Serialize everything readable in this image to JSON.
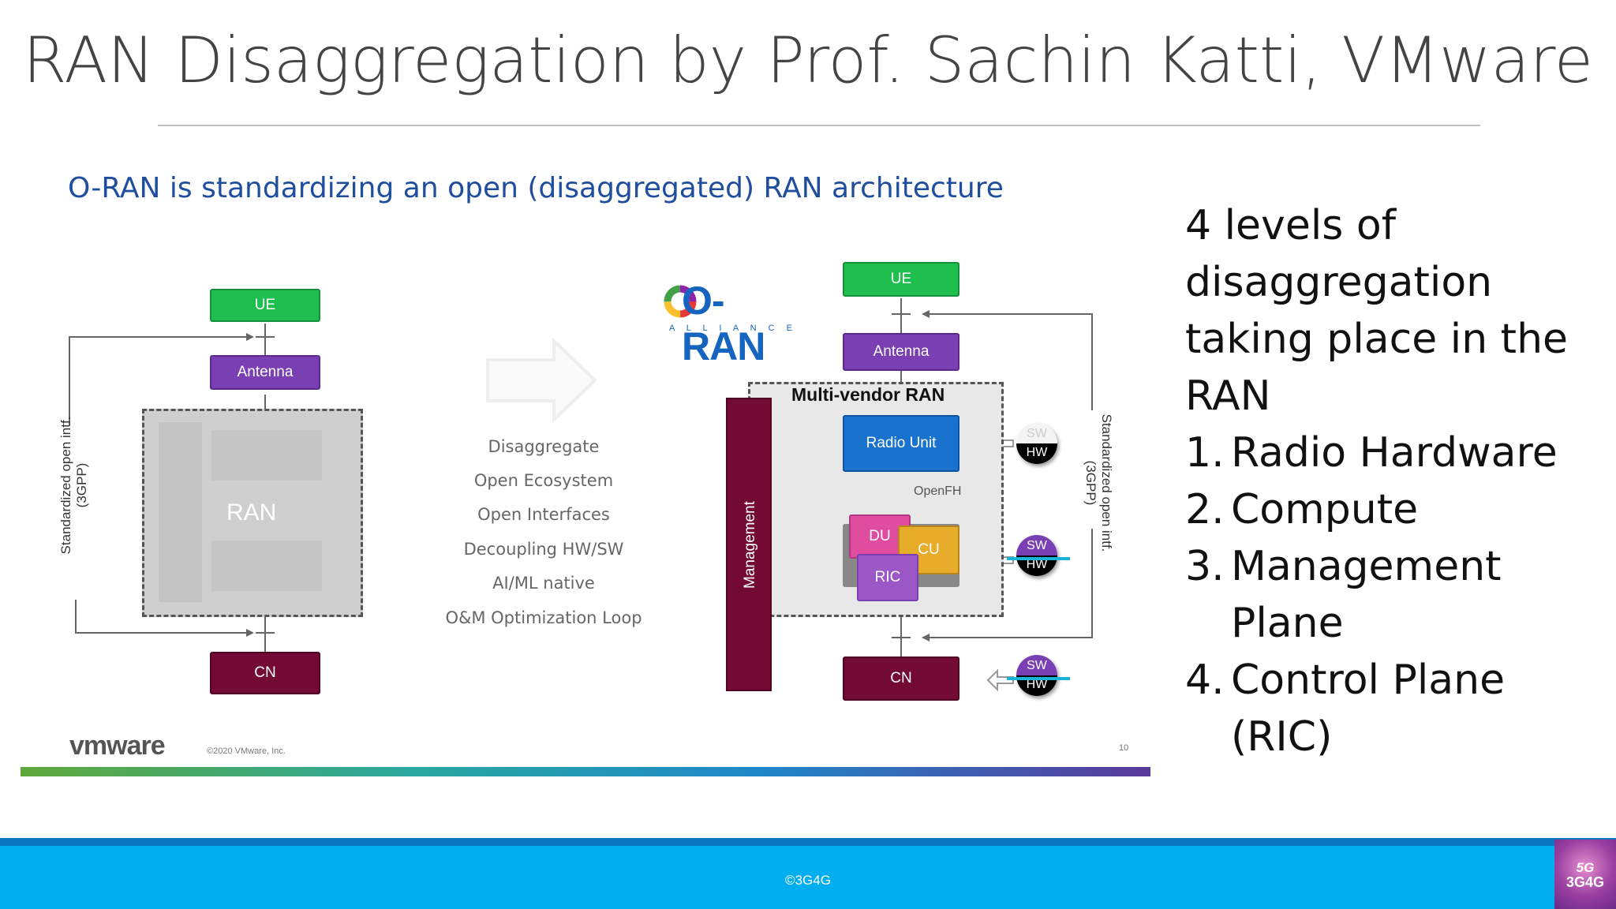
{
  "title": "RAN Disaggregation by Prof. Sachin Katti, VMware",
  "slide": {
    "heading": "O-RAN is standardizing an open (disaggregated) RAN architecture",
    "left_diagram": {
      "ue": "UE",
      "antenna": "Antenna",
      "ran": "RAN",
      "cn": "CN",
      "side_label_line1": "Standardized open intf.",
      "side_label_line2": "(3GPP)"
    },
    "middle_list": [
      "Disaggregate",
      "Open Ecosystem",
      "Open Interfaces",
      "Decoupling HW/SW",
      "AI/ML native",
      "O&M Optimization Loop"
    ],
    "oran_logo": {
      "text": "O-RAN",
      "sub": "A L L I A N C E"
    },
    "right_diagram": {
      "ue": "UE",
      "antenna": "Antenna",
      "multi_vendor": "Multi-vendor RAN",
      "radio_unit": "Radio Unit",
      "openfh": "OpenFH",
      "du": "DU",
      "cu": "CU",
      "ric": "RIC",
      "cn": "CN",
      "management": "Management",
      "side_label_line1": "Standardized open intf.",
      "side_label_line2": "(3GPP)",
      "sw": "SW",
      "hw": "HW"
    },
    "footer_logo": "vmware",
    "footer_copyright": "©2020 VMware, Inc.",
    "page_number": "10"
  },
  "right_text": {
    "intro_lines": [
      "4 levels of",
      "disaggregation",
      "taking place in the",
      "RAN"
    ],
    "items": [
      {
        "num": "1.",
        "line1": "Radio Hardware",
        "line2": ""
      },
      {
        "num": "2.",
        "line1": "Compute",
        "line2": ""
      },
      {
        "num": "3.",
        "line1": "Management",
        "line2": "Plane"
      },
      {
        "num": "4.",
        "line1": "Control Plane (RIC)",
        "line2": ""
      }
    ]
  },
  "bottom_bar": {
    "copyright": "©3G4G",
    "logo_line1": "5G",
    "logo_line2": "3G4G"
  },
  "colors": {
    "footer_bar": "#00aeef",
    "footer_stripe": "#0a76c2",
    "heading_blue": "#1f4e9e",
    "ue_green": "#1fbf4f",
    "antenna_purple": "#7a3fb3",
    "cn_maroon": "#730a34",
    "radio_blue": "#1a72cf"
  }
}
